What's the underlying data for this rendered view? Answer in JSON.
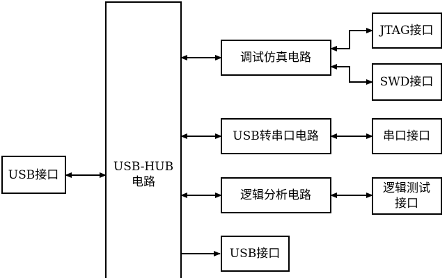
{
  "diagram": {
    "usb_port_left": "USB接口",
    "hub_line1": "USB-HUB",
    "hub_line2": "电路",
    "debug_circuit": "调试仿真电路",
    "jtag_port": "JTAG接口",
    "swd_port": "SWD接口",
    "usb_serial_circuit": "USB转串口电路",
    "serial_port": "串口接口",
    "logic_circuit": "逻辑分析电路",
    "logic_port_line1": "逻辑测试",
    "logic_port_line2": "接口",
    "usb_port_right": "USB接口"
  }
}
